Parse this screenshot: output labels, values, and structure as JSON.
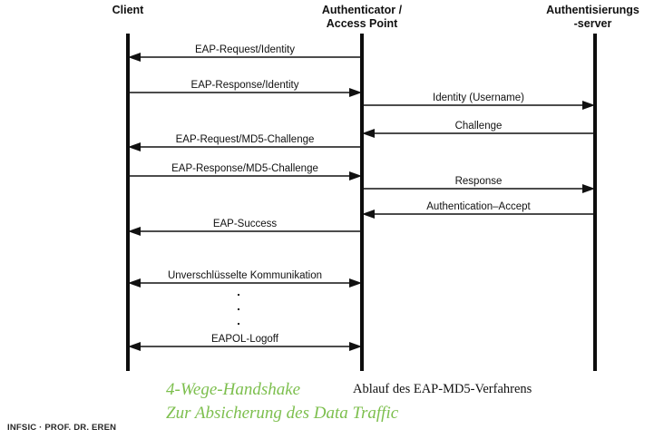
{
  "diagram": {
    "title_caption": "Ablauf des EAP-MD5-Verfahrens",
    "lifelines": [
      {
        "id": "client",
        "label": "Client"
      },
      {
        "id": "auth",
        "label": "Authenticator /\nAccess Point"
      },
      {
        "id": "server",
        "label": "Authentisierungs\n-server"
      }
    ],
    "messages": [
      {
        "id": "m1",
        "label": "EAP-Request/Identity",
        "from": "auth",
        "to": "client",
        "direction": "left",
        "segment": "left"
      },
      {
        "id": "m2",
        "label": "EAP-Response/Identity",
        "from": "client",
        "to": "auth",
        "direction": "right",
        "segment": "left"
      },
      {
        "id": "m3",
        "label": "Identity (Username)",
        "from": "auth",
        "to": "server",
        "direction": "right",
        "segment": "right"
      },
      {
        "id": "m4",
        "label": "Challenge",
        "from": "server",
        "to": "auth",
        "direction": "left",
        "segment": "right"
      },
      {
        "id": "m5",
        "label": "EAP-Request/MD5-Challenge",
        "from": "auth",
        "to": "client",
        "direction": "left",
        "segment": "left"
      },
      {
        "id": "m6",
        "label": "EAP-Response/MD5-Challenge",
        "from": "client",
        "to": "auth",
        "direction": "right",
        "segment": "left"
      },
      {
        "id": "m7",
        "label": "Response",
        "from": "auth",
        "to": "server",
        "direction": "right",
        "segment": "right"
      },
      {
        "id": "m8",
        "label": "Authentication–Accept",
        "from": "server",
        "to": "auth",
        "direction": "left",
        "segment": "right"
      },
      {
        "id": "m9",
        "label": "EAP-Success",
        "from": "auth",
        "to": "client",
        "direction": "left",
        "segment": "left"
      },
      {
        "id": "m10",
        "label": "Unverschlüsselte Kommunikation",
        "from": "client",
        "to": "auth",
        "direction": "both",
        "segment": "left"
      },
      {
        "id": "m11",
        "label": "EAPOL-Logoff",
        "from": "client",
        "to": "auth",
        "direction": "both",
        "segment": "left"
      }
    ],
    "continuation_dots": 3
  },
  "footer": {
    "green_line_1": "4-Wege-Handshake",
    "green_line_2": "Zur Absicherung des Data Traffic",
    "caption": "Ablauf des EAP-MD5-Verfahrens",
    "credit": "INFSIC · PROF. DR. EREN"
  },
  "colors": {
    "accent_green": "#7dbf4e",
    "line_black": "#111111",
    "background": "#ffffff"
  }
}
